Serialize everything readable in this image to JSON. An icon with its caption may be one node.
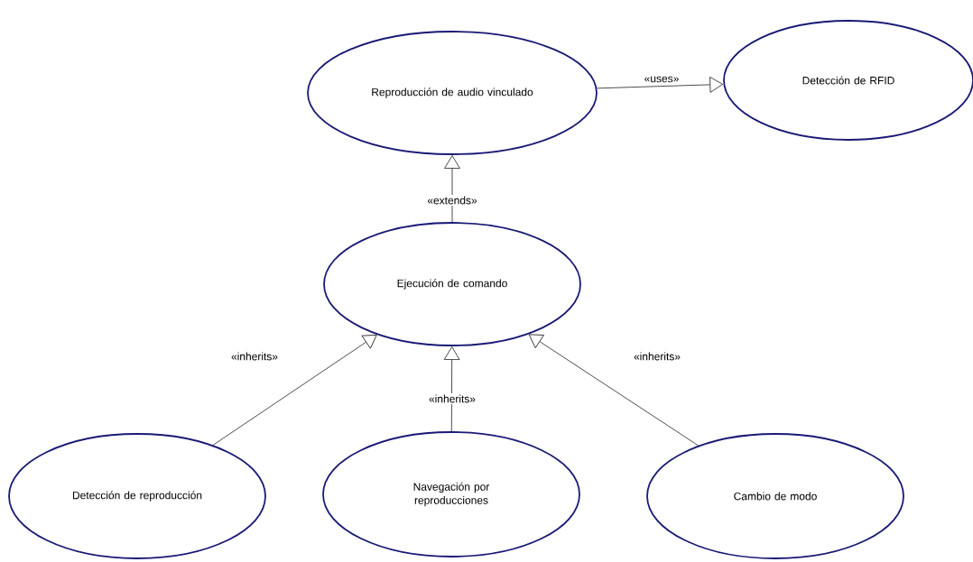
{
  "diagram": {
    "nodes": [
      {
        "text": [
          "Reproducción de audio vinculado"
        ]
      },
      {
        "text": [
          "Detección de RFID"
        ]
      },
      {
        "text": [
          "Ejecución de comando"
        ]
      },
      {
        "text": [
          "Detección de reproducción"
        ]
      },
      {
        "text": [
          "Navegación por reproducciones"
        ]
      },
      {
        "text": [
          "Cambio de modo"
        ]
      }
    ],
    "edges": [
      {
        "from": 0,
        "to": 1,
        "arrow": "to",
        "label": "«uses»"
      },
      {
        "from": 2,
        "to": 0,
        "arrow": "to",
        "label": "«extends»"
      },
      {
        "from": 3,
        "to": 2,
        "arrow": "to",
        "label": "«inherits»"
      },
      {
        "from": 4,
        "to": 2,
        "arrow": "to",
        "label": "«inherits»"
      },
      {
        "from": 5,
        "to": 2,
        "arrow": "to",
        "label": "«inherits»"
      }
    ]
  }
}
